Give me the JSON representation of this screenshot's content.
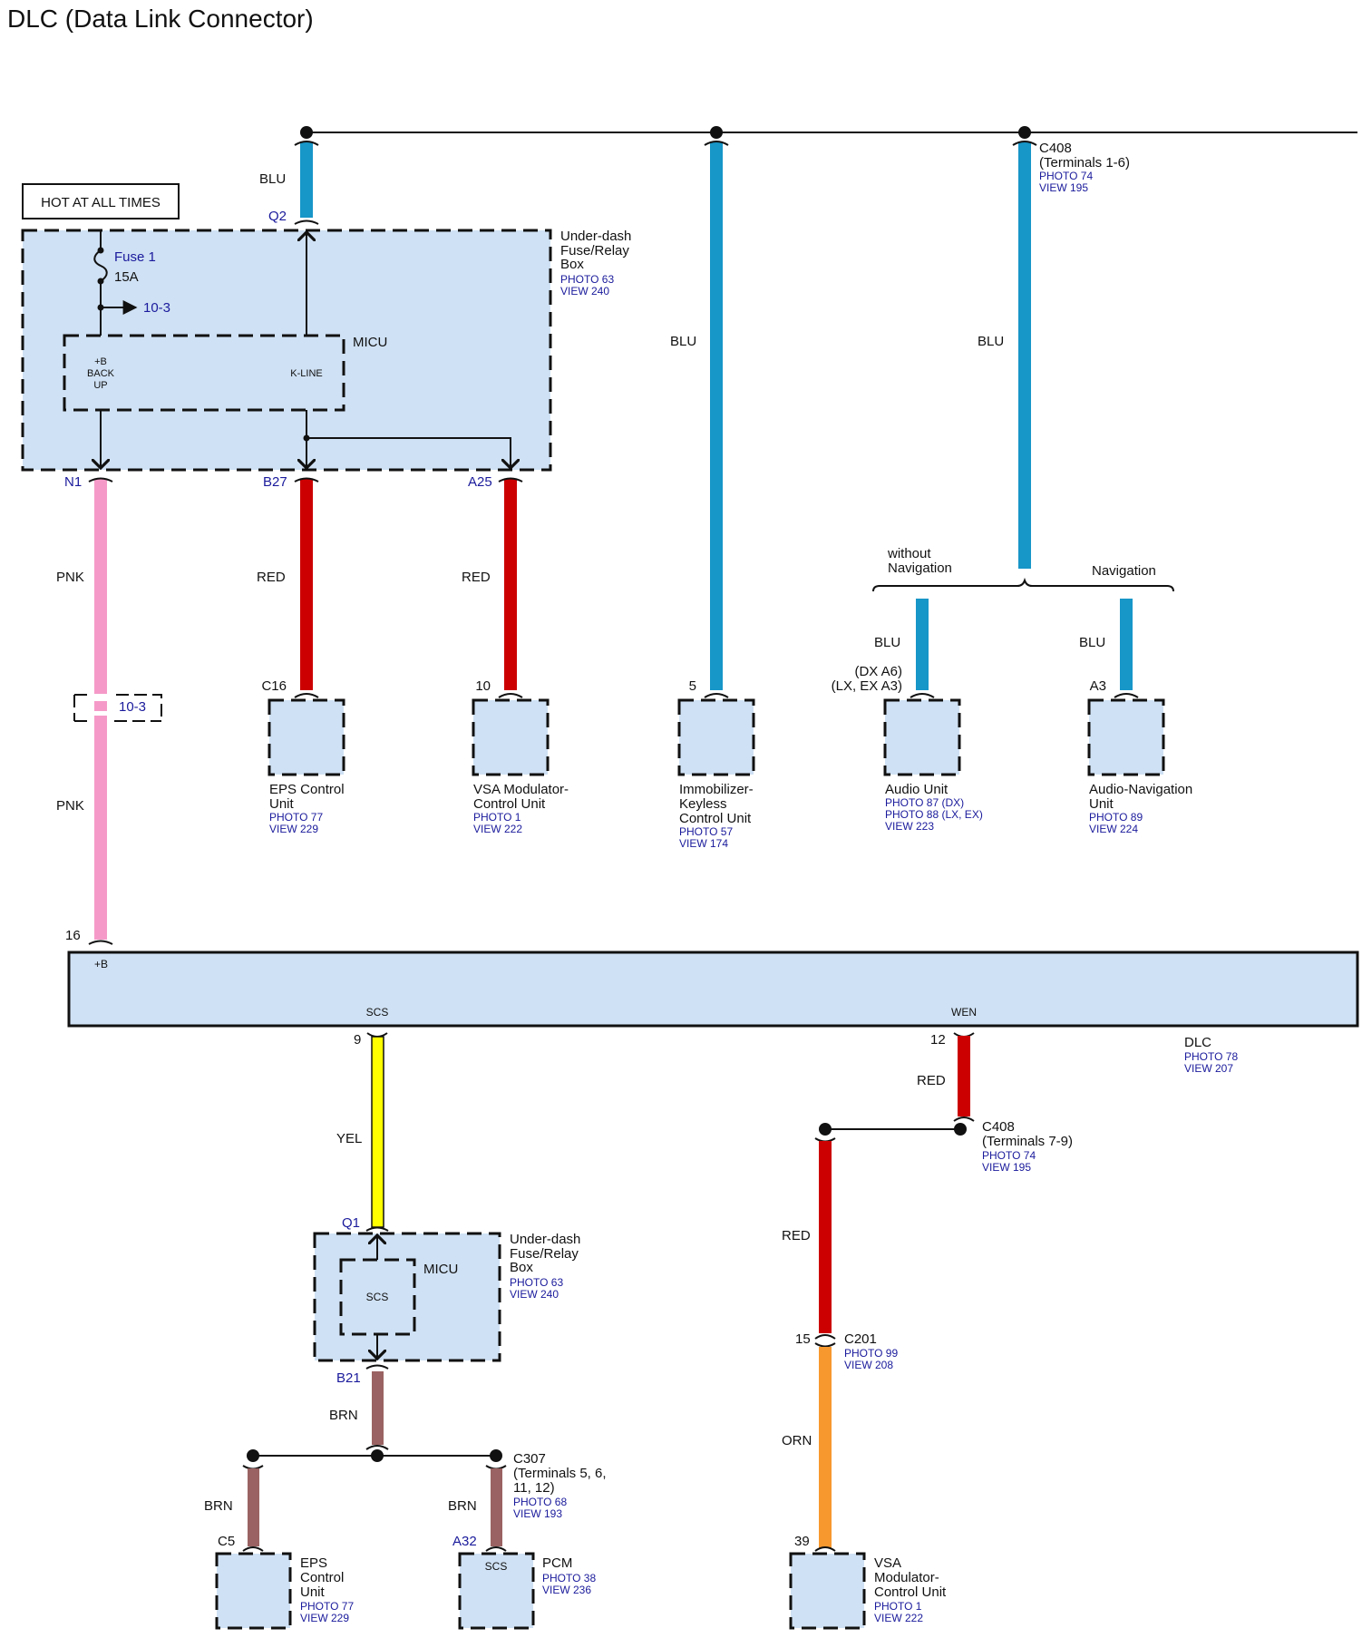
{
  "title": "DLC (Data Link Connector)",
  "colors": {
    "BLU": "#1796c8",
    "RED": "#cc0000",
    "PNK": "#f59ac8",
    "YEL": "#ffff00",
    "BRN": "#9a6262",
    "ORN": "#f7982e",
    "component_fill": "#cfe1f4",
    "reference_text": "#1a1a9c"
  },
  "power_label": "HOT AT ALL TIMES",
  "upper_fuse_box": {
    "name_lines": [
      "Under-dash",
      "Fuse/Relay",
      "Box"
    ],
    "refs": [
      "PHOTO 63",
      "VIEW 240"
    ],
    "fuse_label": "Fuse 1",
    "fuse_rating": "15A",
    "branch_ref": "10-3",
    "micu_label": "MICU",
    "micu_pins": {
      "backup_lines": [
        "+B",
        "BACK",
        "UP"
      ],
      "kline": "K-LINE"
    },
    "terminals": {
      "q2": "Q2",
      "n1": "N1",
      "b27": "B27",
      "a25": "A25"
    }
  },
  "top_bus": {
    "wire_q2": "BLU",
    "wire_immobilizer": "BLU",
    "wire_c408": "BLU",
    "c408": {
      "name": "C408",
      "detail": "(Terminals 1-6)",
      "refs": [
        "PHOTO 74",
        "VIEW 195"
      ]
    },
    "options": {
      "without_nav_lines": [
        "without",
        "Navigation"
      ],
      "nav": "Navigation"
    }
  },
  "wires_upper": {
    "n1_color": "PNK",
    "n1_color_lower": "PNK",
    "b27_color": "RED",
    "a25_color": "RED",
    "break_ref": "10-3",
    "audio_color": "BLU",
    "nav_color": "BLU"
  },
  "units_upper": [
    {
      "terminal": "C16",
      "name_lines": [
        "EPS Control",
        "Unit"
      ],
      "refs": [
        "PHOTO 77",
        "VIEW 229"
      ]
    },
    {
      "terminal": "10",
      "name_lines": [
        "VSA Modulator-",
        "Control Unit"
      ],
      "refs": [
        "PHOTO 1",
        "VIEW 222"
      ]
    },
    {
      "terminal": "5",
      "name_lines": [
        "Immobilizer-",
        "Keyless",
        "Control Unit"
      ],
      "refs": [
        "PHOTO 57",
        "VIEW 174"
      ]
    },
    {
      "terminal_lines": [
        "(DX A6)",
        "(LX, EX A3)"
      ],
      "name_lines": [
        "Audio Unit"
      ],
      "refs": [
        "PHOTO 87 (DX)",
        "PHOTO 88 (LX, EX)",
        "VIEW 223"
      ]
    },
    {
      "terminal": "A3",
      "name_lines": [
        "Audio-Navigation",
        "Unit"
      ],
      "refs": [
        "PHOTO 89",
        "VIEW 224"
      ]
    }
  ],
  "dlc": {
    "name": "DLC",
    "refs": [
      "PHOTO 78",
      "VIEW 207"
    ],
    "pin_b": "+B",
    "pin_scs": "SCS",
    "pin_wen": "WEN",
    "terminal_16": "16",
    "terminal_9": "9",
    "terminal_12": "12"
  },
  "lower_left": {
    "wire_9": "YEL",
    "q1": "Q1",
    "b21": "B21",
    "fuse_box_name_lines": [
      "Under-dash",
      "Fuse/Relay",
      "Box"
    ],
    "fuse_box_refs": [
      "PHOTO 63",
      "VIEW 240"
    ],
    "micu_label": "MICU",
    "scs_label": "SCS",
    "wire_b21": "BRN",
    "wire_left": "BRN",
    "wire_right": "BRN",
    "c307": {
      "name": "C307",
      "detail_lines": [
        "(Terminals 5, 6,",
        "11, 12)"
      ],
      "refs": [
        "PHOTO 68",
        "VIEW 193"
      ]
    },
    "eps": {
      "terminal": "C5",
      "name_lines": [
        "EPS",
        "Control",
        "Unit"
      ],
      "refs": [
        "PHOTO 77",
        "VIEW 229"
      ]
    },
    "pcm": {
      "terminal": "A32",
      "pin": "SCS",
      "name": "PCM",
      "refs": [
        "PHOTO 38",
        "VIEW 236"
      ]
    }
  },
  "lower_right": {
    "wire_12": "RED",
    "c408": {
      "name": "C408",
      "detail": "(Terminals 7-9)",
      "refs": [
        "PHOTO 74",
        "VIEW 195"
      ]
    },
    "wire_mid": "RED",
    "c201": {
      "terminal": "15",
      "name": "C201",
      "refs": [
        "PHOTO 99",
        "VIEW 208"
      ]
    },
    "wire_low": "ORN",
    "vsa": {
      "terminal": "39",
      "name_lines": [
        "VSA",
        "Modulator-",
        "Control Unit"
      ],
      "refs": [
        "PHOTO 1",
        "VIEW 222"
      ]
    }
  }
}
